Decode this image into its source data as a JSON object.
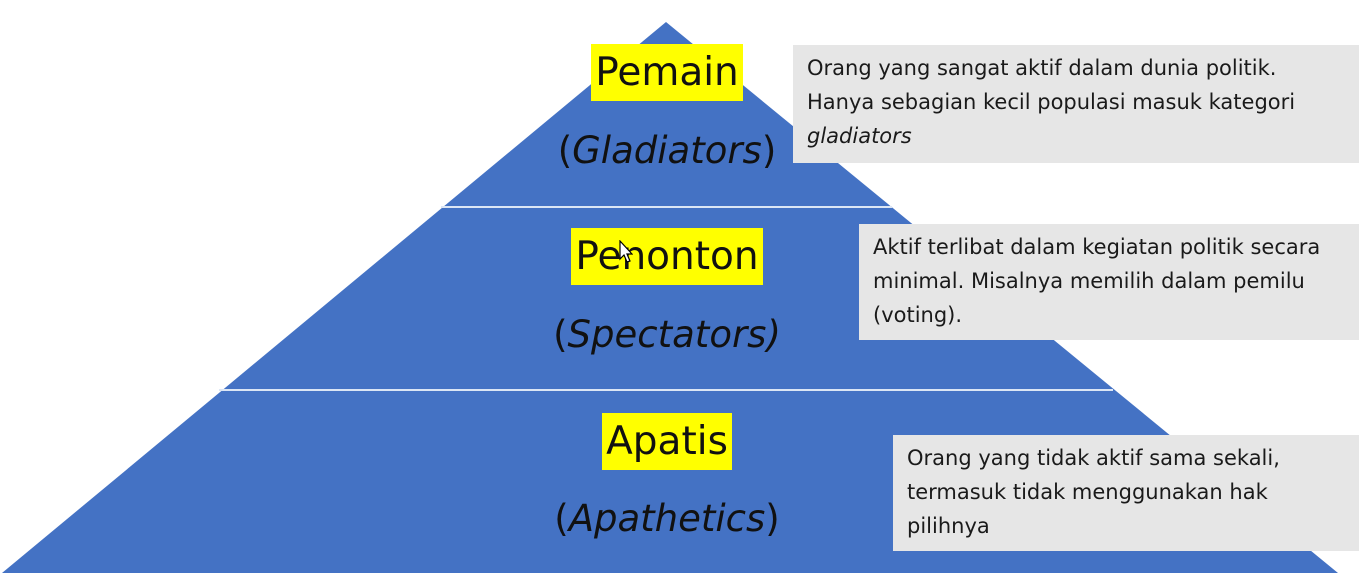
{
  "tiers": [
    {
      "title": "Pemain",
      "subtitle": "Gladiators",
      "description": "Orang yang sangat aktif dalam dunia politik. Hanya sebagian kecil populasi masuk kategori",
      "description_italic": "gladiators"
    },
    {
      "title": "Penonton",
      "subtitle": "Spectators)",
      "description": "Aktif terlibat dalam kegiatan politik secara minimal. Misalnya memilih dalam pemilu (voting).",
      "description_italic": ""
    },
    {
      "title": "Apatis",
      "subtitle": "Apathetics",
      "description": "Orang yang tidak aktif sama sekali, termasuk tidak menggunakan hak pilihnya",
      "description_italic": ""
    }
  ],
  "colors": {
    "pyramid_fill": "#4472c4",
    "divider": "#dce6f5",
    "highlight": "#ffff00",
    "box_bg": "#e6e6e6"
  }
}
